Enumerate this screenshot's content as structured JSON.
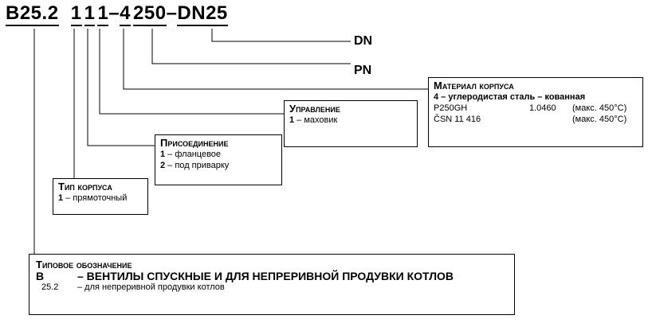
{
  "code": {
    "prefix": "B25.2",
    "d1": "1",
    "d2": "1",
    "d3": "1",
    "dash1": "–",
    "material": "4",
    "pn": "250",
    "dash2": "–",
    "dn": "DN25"
  },
  "labels": {
    "dn": "DN",
    "pn": "PN"
  },
  "material_box": {
    "title": "Материал корпуса",
    "subtitle_num": "4",
    "subtitle": " – углеродистая сталь – кованная",
    "rows": [
      {
        "name": "P250GH",
        "num": "1.0460",
        "temp": "(макс. 450°C)"
      },
      {
        "name": "ČSN 11 416",
        "num": "",
        "temp": "(макс. 450°C)"
      }
    ]
  },
  "control_box": {
    "title": "Управление",
    "item_num": "1",
    "item": " – маховик"
  },
  "connection_box": {
    "title": "Присоединение",
    "items": [
      {
        "num": "1",
        "text": " – фланцевое"
      },
      {
        "num": "2",
        "text": " – под приварку"
      }
    ]
  },
  "body_box": {
    "title": "Тип корпуса",
    "item_num": "1",
    "item": " – прямоточный"
  },
  "type_box": {
    "title": "Типовое обозначение",
    "main_code": "B",
    "main_text": "– ВЕНТИЛЫ СПУСКНЫЕ И ДЛЯ НЕПРЕРИВНОЙ ПРОДУВКИ КОТЛОВ",
    "sub_code": "25.2",
    "sub_text": "– для непреривной продувки котлов"
  }
}
